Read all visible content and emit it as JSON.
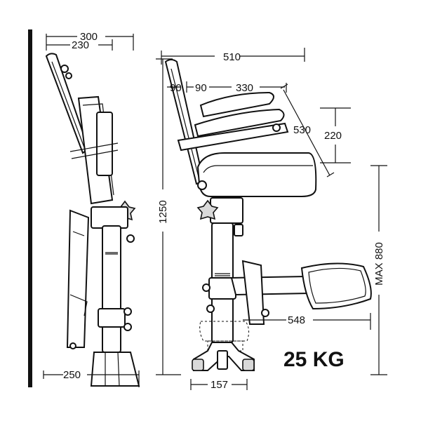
{
  "dimensions": {
    "side_depth_top": "300",
    "side_depth_inner": "230",
    "side_base_width": "250",
    "front_total_width": "510",
    "front_seg_1": "90",
    "front_seg_2": "90",
    "front_seg_3": "330",
    "armrest_diagonal": "530",
    "armrest_height": "220",
    "total_height": "1250",
    "footrest_max": "MAX 880",
    "footrest_reach": "548",
    "base_width": "157"
  },
  "weight_label": "25 KG"
}
